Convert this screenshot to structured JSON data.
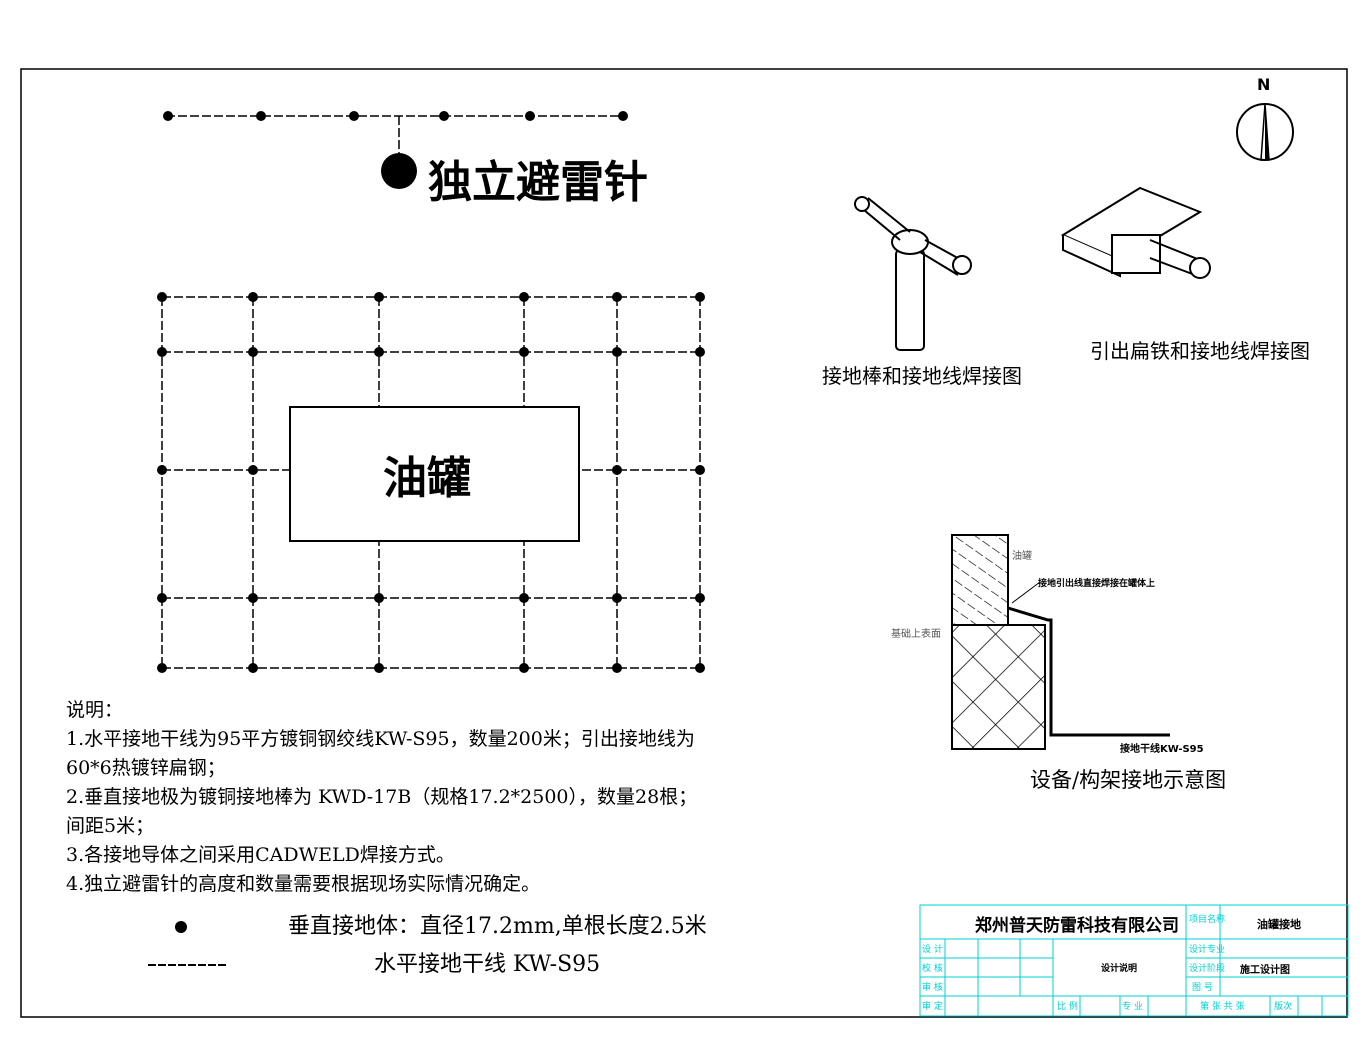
{
  "drawing": {
    "north_label": "N",
    "lightning_rod_title": "独立避雷针",
    "tank_label": "油罐",
    "detail1_caption": "接地棒和接地线焊接图",
    "detail2_caption": "引出扁铁和接地线焊接图",
    "section": {
      "tank_label": "油罐",
      "leader_note": "接地引出线直接焊接在罐体上",
      "foundation_label": "基础上表面",
      "conductor_label": "接地干线KW-S95",
      "caption": "设备/构架接地示意图"
    }
  },
  "notes": {
    "heading": "说明：",
    "lines": [
      "1.水平接地干线为95平方镀铜钢绞线KW-S95，数量200米；引出接地线为",
      "60*6热镀锌扁钢；",
      "2.垂直接地极为镀铜接地棒为 KWD-17B（规格17.2*2500），数量28根；",
      "间距5米；",
      "3.各接地导体之间采用CADWELD焊接方式。",
      "4.独立避雷针的高度和数量需要根据现场实际情况确定。"
    ]
  },
  "legend": {
    "vertical_electrode": "垂直接地体：直径17.2mm,单根长度2.5米",
    "horizontal_conductor": "水平接地干线 KW-S95"
  },
  "title_block": {
    "company": "郑州普天防雷科技有限公司",
    "project_name_label": "项目名称",
    "project_name": "油罐接地",
    "drawing_title": "设计说明",
    "design_stage_label": "设计阶段",
    "design_stage": "施工设计图",
    "row_labels": [
      "设 计",
      "校 核",
      "审 核",
      "审 定"
    ],
    "scale_label": "比 例",
    "discipline_label": "专 业",
    "sheet_label": "第  张 共  张",
    "revision_label": "版次",
    "design_spec_label": "设计专业",
    "drawing_no_label": "图 号"
  },
  "colors": {
    "line": "#000000",
    "title_block": "#00d0d0"
  }
}
